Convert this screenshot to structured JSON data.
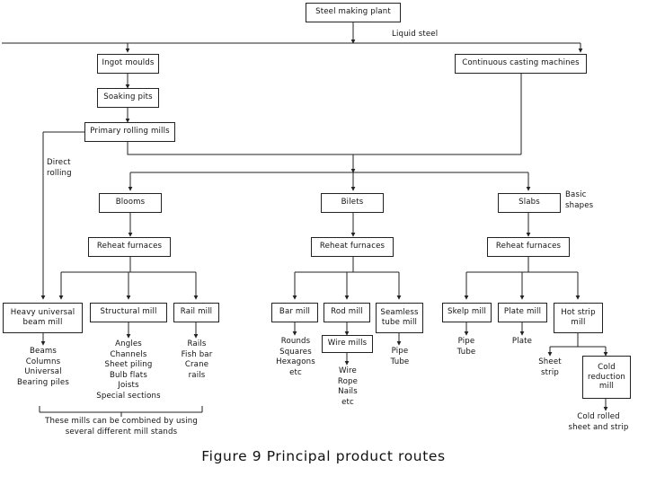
{
  "figure": {
    "caption": "Figure 9  Principal product routes"
  },
  "nodes": {
    "steel_making_plant": "Steel making plant",
    "continuous_casting_machines": "Continuous casting machines",
    "ingot_moulds": "Ingot moulds",
    "soaking_pits": "Soaking pits",
    "primary_rolling_mills": "Primary rolling mills",
    "blooms": "Blooms",
    "billets": "Bilets",
    "slabs": "Slabs",
    "reheat_furnaces_blooms": "Reheat furnaces",
    "reheat_furnaces_billets": "Reheat furnaces",
    "reheat_furnaces_slabs": "Reheat furnaces",
    "heavy_universal_beam_mill": "Heavy universal\nbeam mill",
    "structural_mill": "Structural mill",
    "rail_mill": "Rail mill",
    "bar_mill": "Bar mill",
    "rod_mill": "Rod mill",
    "seamless_tube_mill": "Seamless\ntube mill",
    "wire_mills": "Wire mills",
    "skelp_mill": "Skelp mill",
    "plate_mill": "Plate mill",
    "hot_strip_mill": "Hot strip\nmill",
    "cold_reduction_mill": "Cold\nreduction\nmill"
  },
  "labels": {
    "liquid_steel": "Liquid steel",
    "direct_rolling": "Direct\nrolling",
    "basic_shapes": "Basic\nshapes"
  },
  "products": {
    "beam_mill": "Beams\nColumns\nUniversal\nBearing piles",
    "structural": "Angles\nChannels\nSheet piling\nBulb flats\nJoists\nSpecial sections",
    "rail": "Rails\nFish bar\nCrane\nrails",
    "bar": "Rounds\nSquares\nHexagons\netc",
    "wire": "Wire\nRope\nNails\netc",
    "seamless": "Pipe\nTube",
    "skelp": "Pipe\nTube",
    "plate": "Plate",
    "sheet_strip": "Sheet\nstrip",
    "cold_rolled": "Cold rolled\nsheet and strip"
  },
  "notes": {
    "combined_mills": "These mills can be combined by using\nseveral different mill stands"
  },
  "colors": {
    "line": "#222222",
    "text": "#111111",
    "background": "#ffffff"
  }
}
